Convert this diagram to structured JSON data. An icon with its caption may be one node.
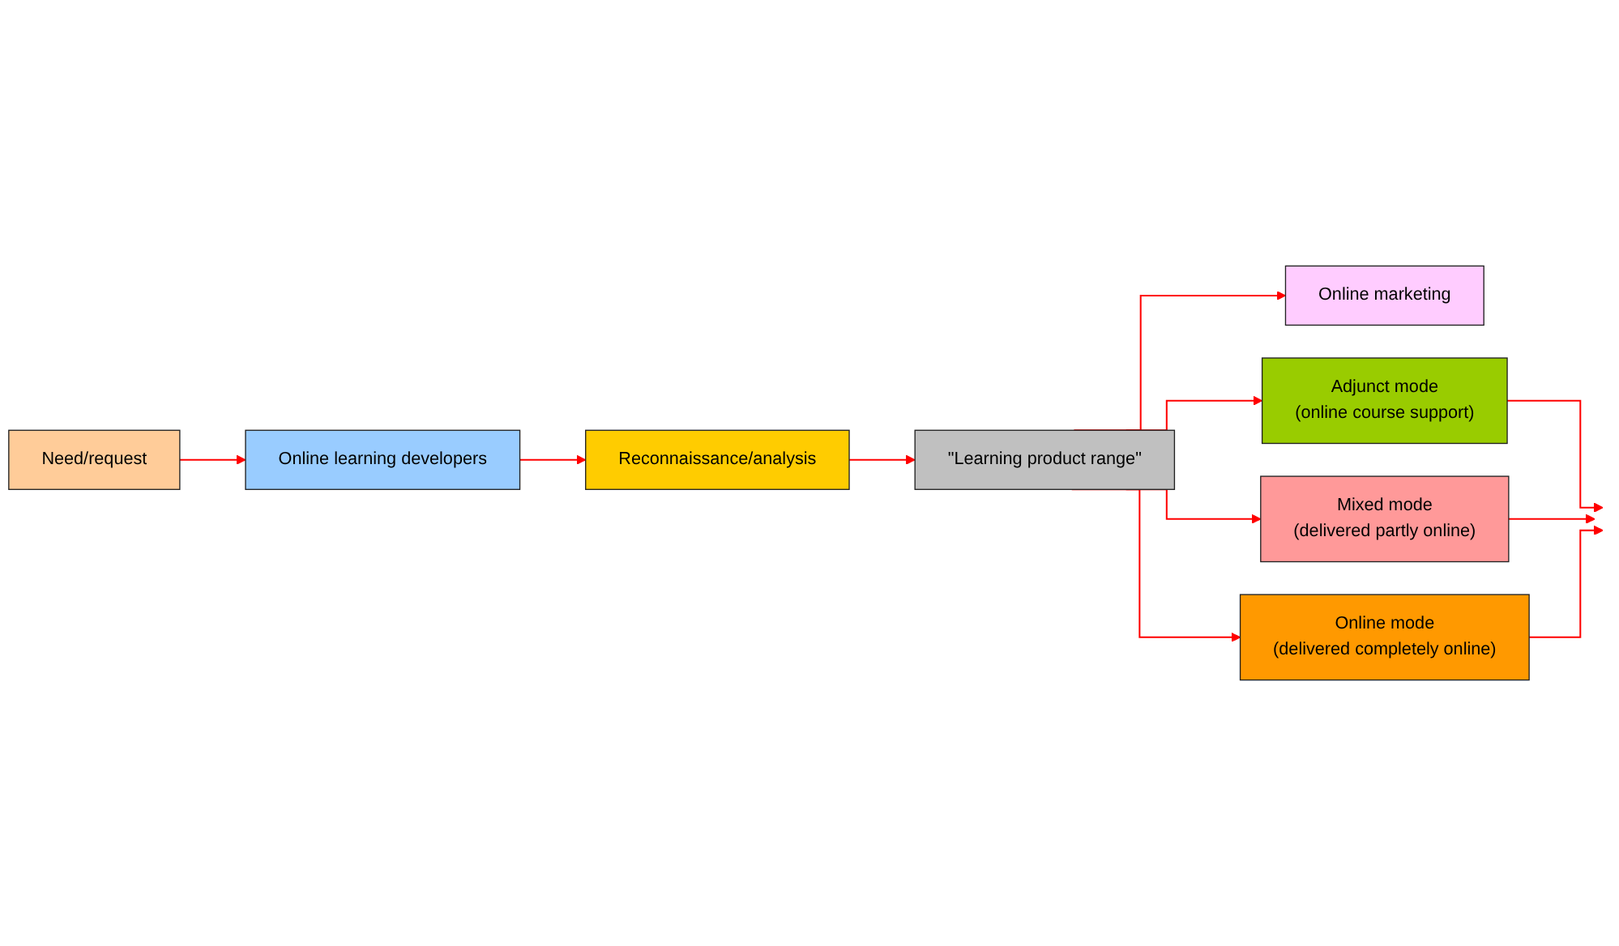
{
  "diagram": {
    "nodes": [
      {
        "text": [
          "Need/request"
        ]
      },
      {
        "text": [
          "Online learning developers"
        ]
      },
      {
        "text": [
          "Reconnaissance/analysis"
        ]
      },
      {
        "text": [
          "\"Learning product range\""
        ]
      },
      {
        "text": [
          "Online marketing"
        ]
      },
      {
        "text": [
          "Adjunct mode",
          "(online course support)"
        ]
      },
      {
        "text": [
          "Mixed mode",
          "(delivered partly online)"
        ]
      },
      {
        "text": [
          "Online mode",
          "(delivered completely online)"
        ]
      }
    ],
    "edges": [
      {
        "from": 0,
        "to": 1,
        "arrow": "to"
      },
      {
        "from": 1,
        "to": 2,
        "arrow": "to"
      },
      {
        "from": 2,
        "to": 3,
        "arrow": "to"
      },
      {
        "from": 3,
        "to": 4,
        "arrow": "to"
      },
      {
        "from": 3,
        "to": 5,
        "arrow": "to"
      },
      {
        "from": 3,
        "to": 6,
        "arrow": "to"
      },
      {
        "from": 3,
        "to": 7,
        "arrow": "to"
      },
      {
        "from": 5,
        "to": null,
        "arrow": "to"
      },
      {
        "from": 6,
        "to": null,
        "arrow": "to"
      },
      {
        "from": 7,
        "to": null,
        "arrow": "to"
      }
    ]
  }
}
